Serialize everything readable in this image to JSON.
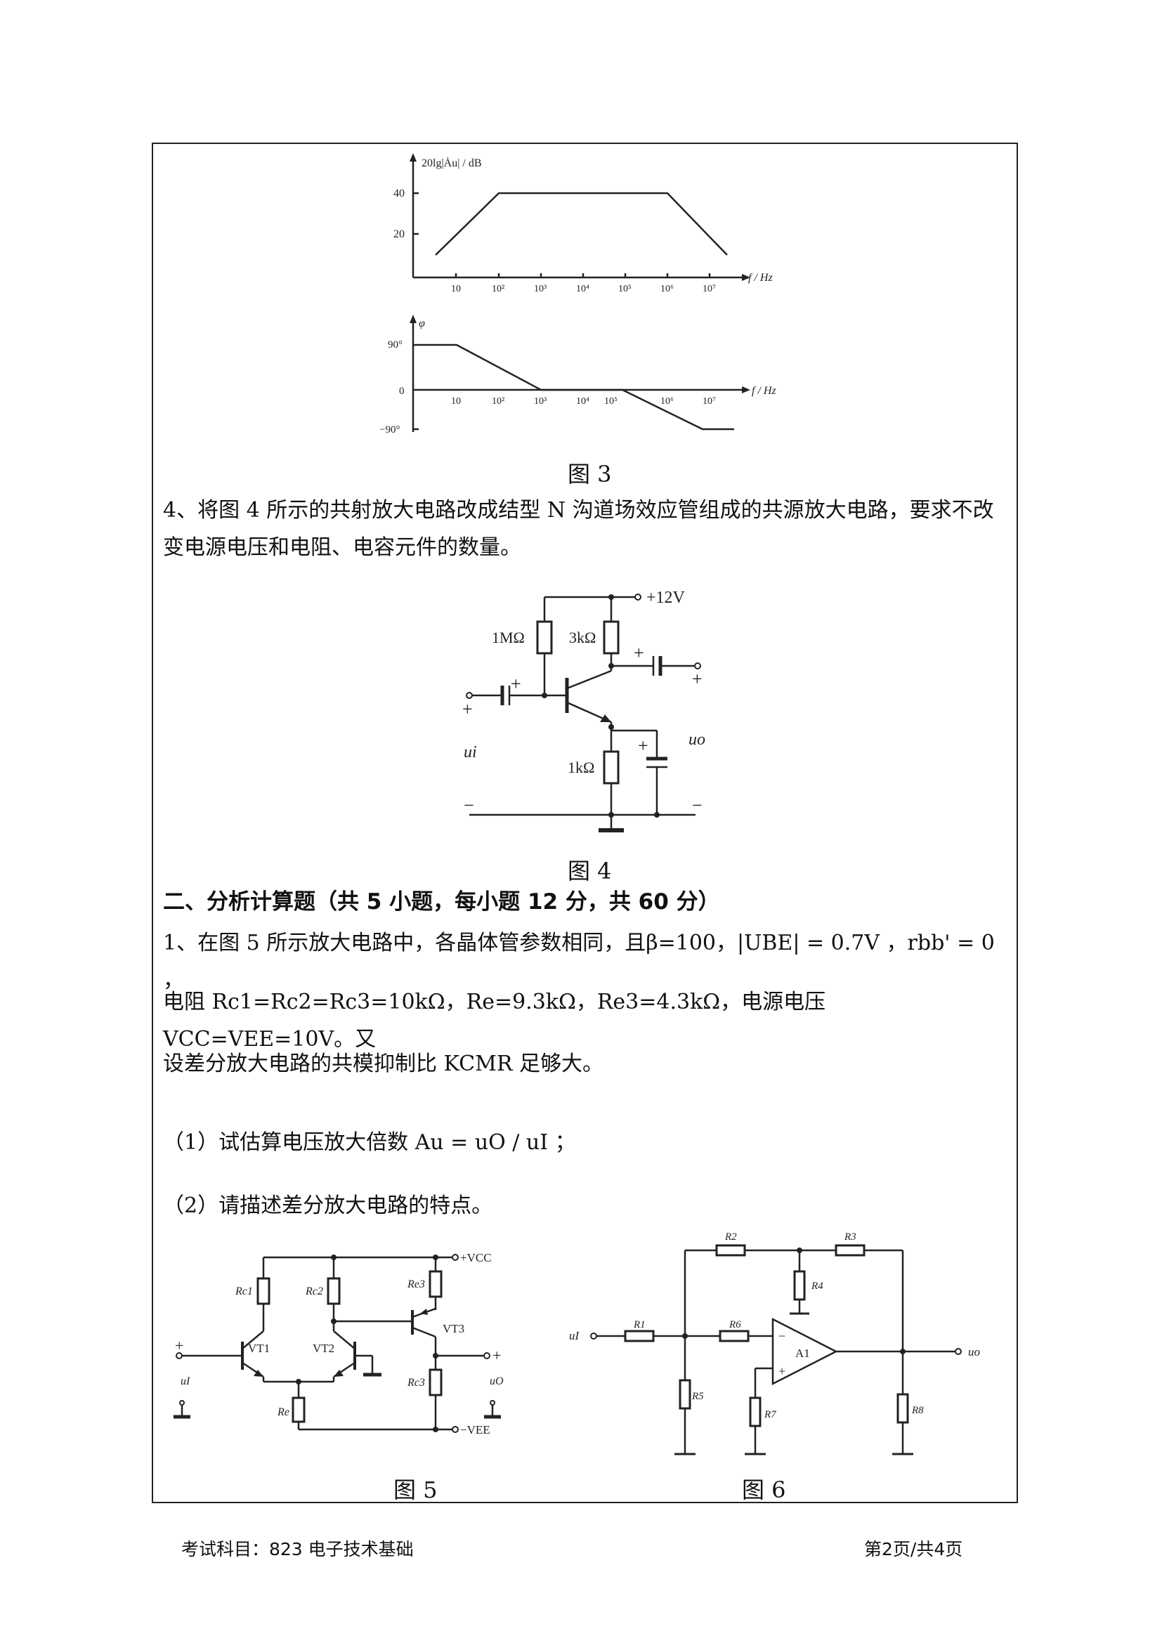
{
  "figure3": {
    "caption": "图 3",
    "magnitude_plot": {
      "ylabel": "20lg|Ȧu| / dB",
      "xlabel": "f / Hz",
      "y_ticks": [
        "40",
        "20"
      ],
      "x_ticks": [
        "10",
        "10²",
        "10³",
        "10⁴",
        "10⁵",
        "10⁶",
        "10⁷"
      ]
    },
    "phase_plot": {
      "ylabel": "φ",
      "xlabel": "f / Hz",
      "y_ticks": [
        "90°",
        "0",
        "−90°"
      ],
      "x_ticks": [
        "10",
        "10²",
        "10³",
        "10⁴",
        "10⁵",
        "10⁶",
        "10⁷"
      ]
    }
  },
  "question4": {
    "text": "4、将图 4 所示的共射放大电路改成结型 N 沟道场效应管组成的共源放大电路，要求不改变电源电压和电阻、电容元件的数量。"
  },
  "figure4": {
    "caption": "图 4",
    "labels": {
      "vcc": "+12V",
      "r_base": "1MΩ",
      "r_collector": "3kΩ",
      "r_emitter": "1kΩ",
      "input": "ui",
      "output": "uo",
      "plus": "+",
      "minus": "−"
    }
  },
  "section2": {
    "heading": "二、分析计算题（共 5 小题，每小题 12 分，共 60 分）"
  },
  "problem1": {
    "line1": "1、在图 5 所示放大电路中，各晶体管参数相同，且β=100，|UBE| = 0.7V ，rbb' = 0 ，",
    "line2": "电阻 Rc1=Rc2=Rc3=10kΩ，Re=9.3kΩ，Re3=4.3kΩ，电源电压 VCC=VEE=10V。又",
    "line3": "设差分放大电路的共模抑制比 KCMR 足够大。",
    "sub1": "（1）试估算电压放大倍数 Au = uO / uI ；",
    "sub2": "（2）请描述差分放大电路的特点。"
  },
  "figure5": {
    "caption": "图 5",
    "labels": {
      "rc1": "Rc1",
      "rc2": "Rc2",
      "re3": "Re3",
      "rc3": "Rc3",
      "re": "Re",
      "vt1": "VT1",
      "vt2": "VT2",
      "vt3": "VT3",
      "vcc": "+VCC",
      "vee": "−VEE",
      "in": "uI",
      "out": "uO"
    }
  },
  "figure6": {
    "caption": "图 6",
    "labels": {
      "r1": "R1",
      "r2": "R2",
      "r3": "R3",
      "r4": "R4",
      "r5": "R5",
      "r6": "R6",
      "r7": "R7",
      "r8": "R8",
      "opamp": "A1",
      "in": "uI",
      "out": "uo"
    }
  },
  "footer": {
    "subject": "考试科目：823  电子技术基础",
    "page": "第2页/共4页"
  }
}
